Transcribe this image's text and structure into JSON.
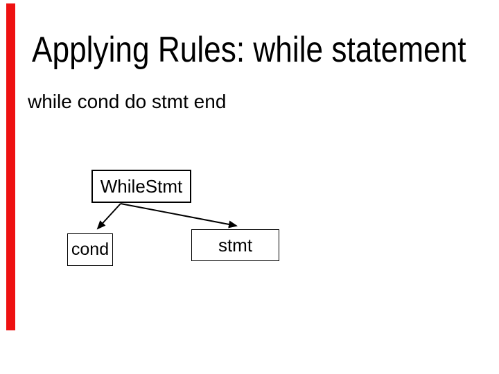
{
  "slide": {
    "title": "Applying Rules: while statement",
    "code_line": "while cond do stmt end",
    "accent_bar_color": "#ee1111",
    "background_color": "#ffffff",
    "text_color": "#000000"
  },
  "diagram": {
    "type": "tree",
    "nodes": [
      {
        "id": "WhileStmt",
        "label": "WhileStmt"
      },
      {
        "id": "cond",
        "label": "cond"
      },
      {
        "id": "stmt",
        "label": "stmt"
      }
    ],
    "edges": [
      {
        "from": "WhileStmt",
        "to": "cond",
        "style": "arrow"
      },
      {
        "from": "WhileStmt",
        "to": "stmt",
        "style": "arrow"
      }
    ]
  }
}
